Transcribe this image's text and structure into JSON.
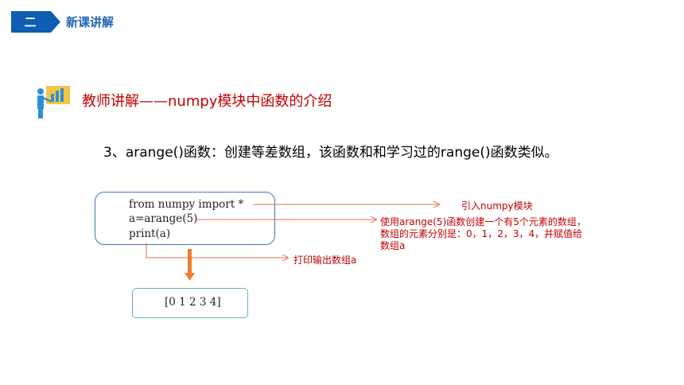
{
  "header": {
    "section_number": "二",
    "title": "新课讲解",
    "badge_color": "#0f5db3"
  },
  "heading": {
    "text": "教师讲解——numpy模块中函数的介绍",
    "icon": "teacher-presentation-icon",
    "color": "#c00000"
  },
  "description": "3、arange()函数：创建等差数组，该函数和和学习过的range()函数类似。",
  "code": {
    "lines": [
      "from numpy import *",
      "a=arange(5)",
      "print(a)"
    ]
  },
  "output": {
    "text": "[0 1 2 3 4]"
  },
  "annotations": {
    "import_note": "引入numpy模块",
    "arange_note": [
      "使用arange(5)函数创建一个有5个元素的数组，",
      "数组的元素分别是：0，1，2，3，4，并赋值给",
      "数组a"
    ],
    "print_note": "打印输出数组a",
    "arrow_color": "#e46c5a",
    "down_arrow_color": "#ed7d31"
  }
}
